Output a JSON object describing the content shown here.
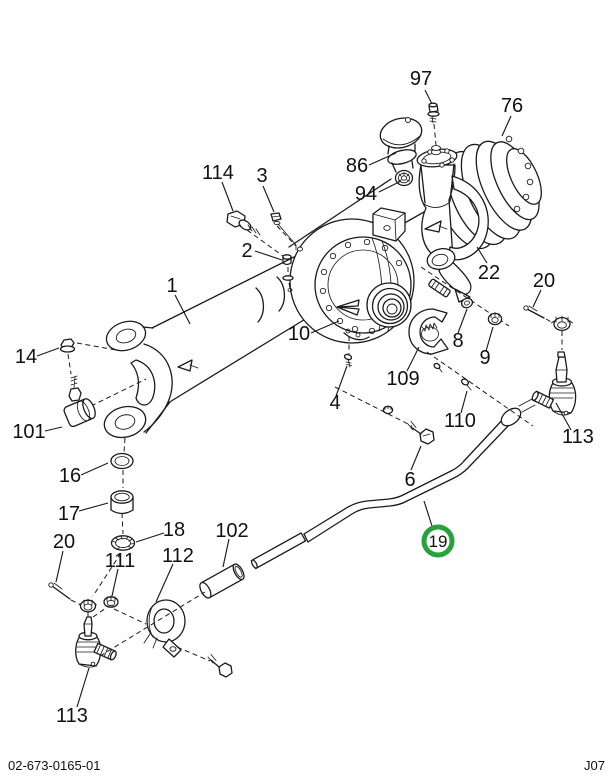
{
  "figure": {
    "type": "exploded-parts-diagram",
    "footer_left": "02-673-0165-01",
    "footer_right": "J07",
    "highlight_color": "#28a23d"
  },
  "callouts": {
    "c1": "1",
    "c2": "2",
    "c3": "3",
    "c4": "4",
    "c6": "6",
    "c8": "8",
    "c9": "9",
    "c10": "10",
    "c14": "14",
    "c16": "16",
    "c17": "17",
    "c18": "18",
    "c19": "19",
    "c20_left": "20",
    "c20_right": "20",
    "c22": "22",
    "c76": "76",
    "c86": "86",
    "c94": "94",
    "c97": "97",
    "c101": "101",
    "c102": "102",
    "c109": "109",
    "c110": "110",
    "c111": "111",
    "c112": "112",
    "c113_left": "113",
    "c113_right": "113",
    "c114": "114"
  }
}
